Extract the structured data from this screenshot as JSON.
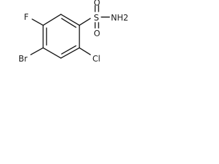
{
  "molecule": {
    "atoms": {
      "fluorine": "F",
      "bromine": "Br",
      "chlorine": "Cl",
      "sulfur": "S",
      "oxygen_top": "O",
      "oxygen_bottom": "O",
      "amine": "NH2"
    }
  }
}
